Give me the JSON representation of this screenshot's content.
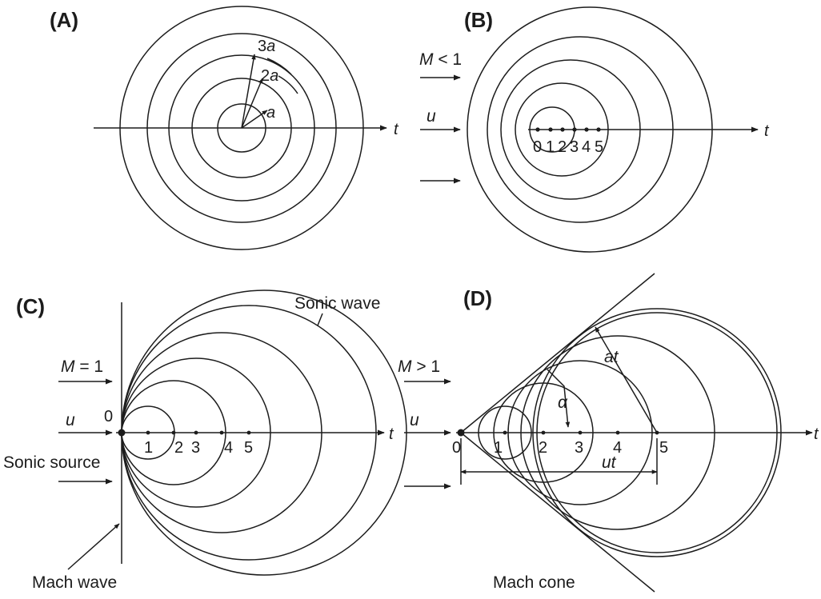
{
  "panels": {
    "A": {
      "label": "(A)",
      "radius_labels": [
        {
          "coef": "3",
          "sym": "a"
        },
        {
          "coef": "2",
          "sym": "a"
        },
        {
          "coef": "",
          "sym": "a"
        }
      ],
      "axis_label": "t"
    },
    "B": {
      "label": "(B)",
      "mach_sym": "M",
      "mach_rel": " < 1",
      "flow_label": "u",
      "points": [
        "0",
        "1",
        "2",
        "3",
        "4",
        "5"
      ],
      "axis_label": "t"
    },
    "C": {
      "label": "(C)",
      "mach_sym": "M",
      "mach_rel": " = 1",
      "flow_label": "u",
      "origin_label": "0",
      "points": [
        "1",
        "2",
        "3",
        "4",
        "5"
      ],
      "axis_label": "t",
      "sonic_wave": "Sonic wave",
      "sonic_source": "Sonic source",
      "mach_wave": "Mach wave"
    },
    "D": {
      "label": "(D)",
      "mach_sym": "M",
      "mach_rel": " > 1",
      "flow_label": "u",
      "points": [
        "0",
        "1",
        "2",
        "3",
        "4",
        "5"
      ],
      "axis_label": "t",
      "angle_label": "α",
      "at_label": "at",
      "ut_label": "ut",
      "mach_cone": "Mach cone"
    }
  },
  "colors": {
    "ink": "#1c1c1c",
    "background": "#ffffff"
  }
}
